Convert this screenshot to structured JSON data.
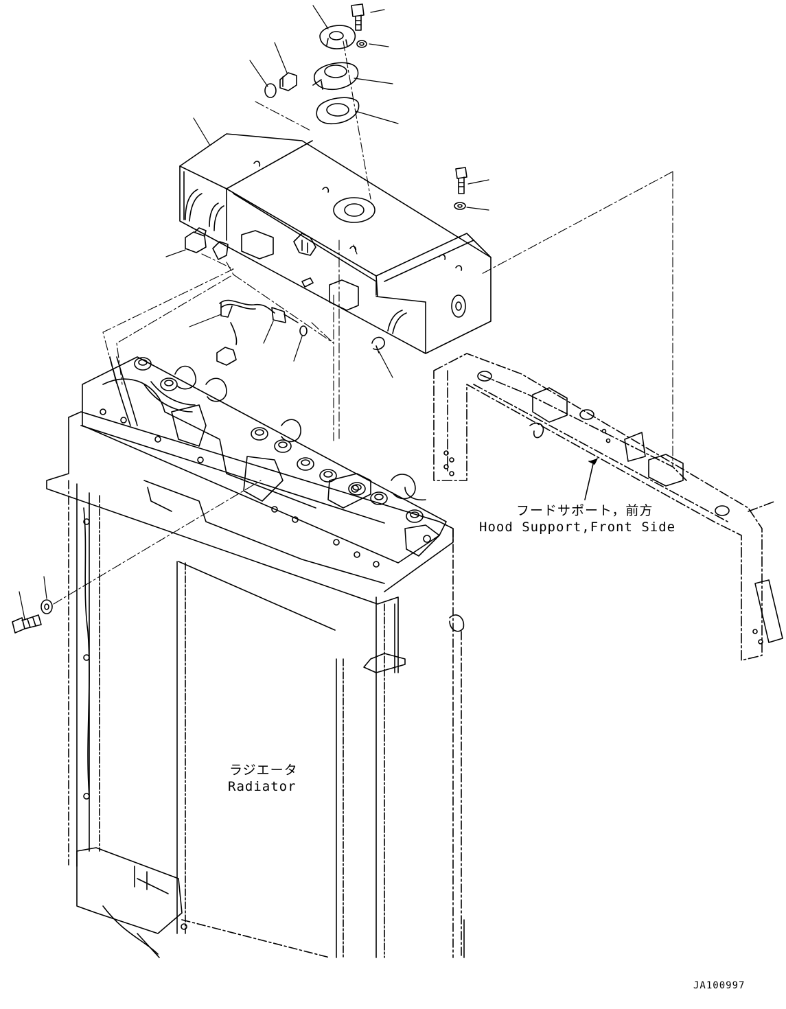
{
  "drawing": {
    "hood_support_jp": "フードサポート，前方",
    "hood_support_en": "Hood Support,Front Side",
    "radiator_jp": "ラジエータ",
    "radiator_en": "Radiator",
    "drawing_code": "JA100997"
  },
  "colors": {
    "line": "#000000",
    "background": "#ffffff"
  }
}
